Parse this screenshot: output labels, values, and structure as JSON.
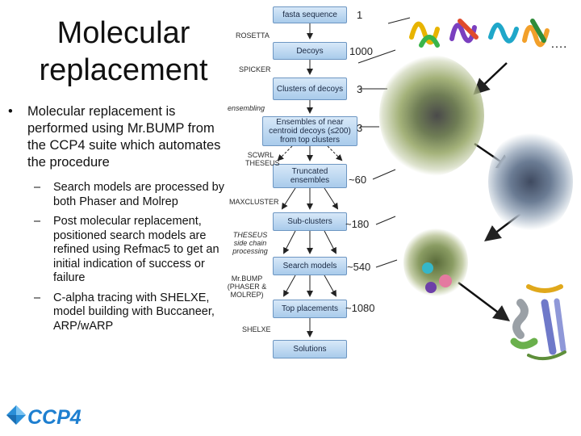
{
  "slide": {
    "title_line1": "Molecular",
    "title_line2": "replacement",
    "bullet_main": "Molecular replacement is performed using Mr.BUMP from the CCP4 suite which automates the procedure",
    "sub_bullets": [
      "Search models are processed by both Phaser and Molrep",
      "Post molecular replacement, positioned search models are refined using Refmac5 to get an initial indication of success or failure",
      "C-alpha tracing with SHELXE, model building with Buccaneer, ARP/wARP"
    ],
    "logo_text": "CCP4"
  },
  "workflow": {
    "steps": [
      "fasta sequence",
      "Decoys",
      "Clusters of decoys",
      "Ensembles of near centroid decoys (≤200) from top clusters",
      "Truncated ensembles",
      "Sub-clusters",
      "Search models",
      "Top placements",
      "Solutions"
    ],
    "tools": [
      "ROSETTA",
      "SPICKER",
      "ensembling",
      "SCWRL THESEUS",
      "MAXCLUSTER",
      "THESEUS side chain processing",
      "Mr.BUMP (PHASER & MOLREP)",
      "SHELXE"
    ],
    "counts": [
      "1",
      "1000",
      "3",
      "3",
      "~60",
      "~180",
      "~540",
      "~1080"
    ],
    "ellipsis": "…."
  },
  "colors": {
    "box_top": "#d7e8f8",
    "box_bottom": "#a9cbeb",
    "box_border": "#6d96c2",
    "arrow": "#222222"
  }
}
